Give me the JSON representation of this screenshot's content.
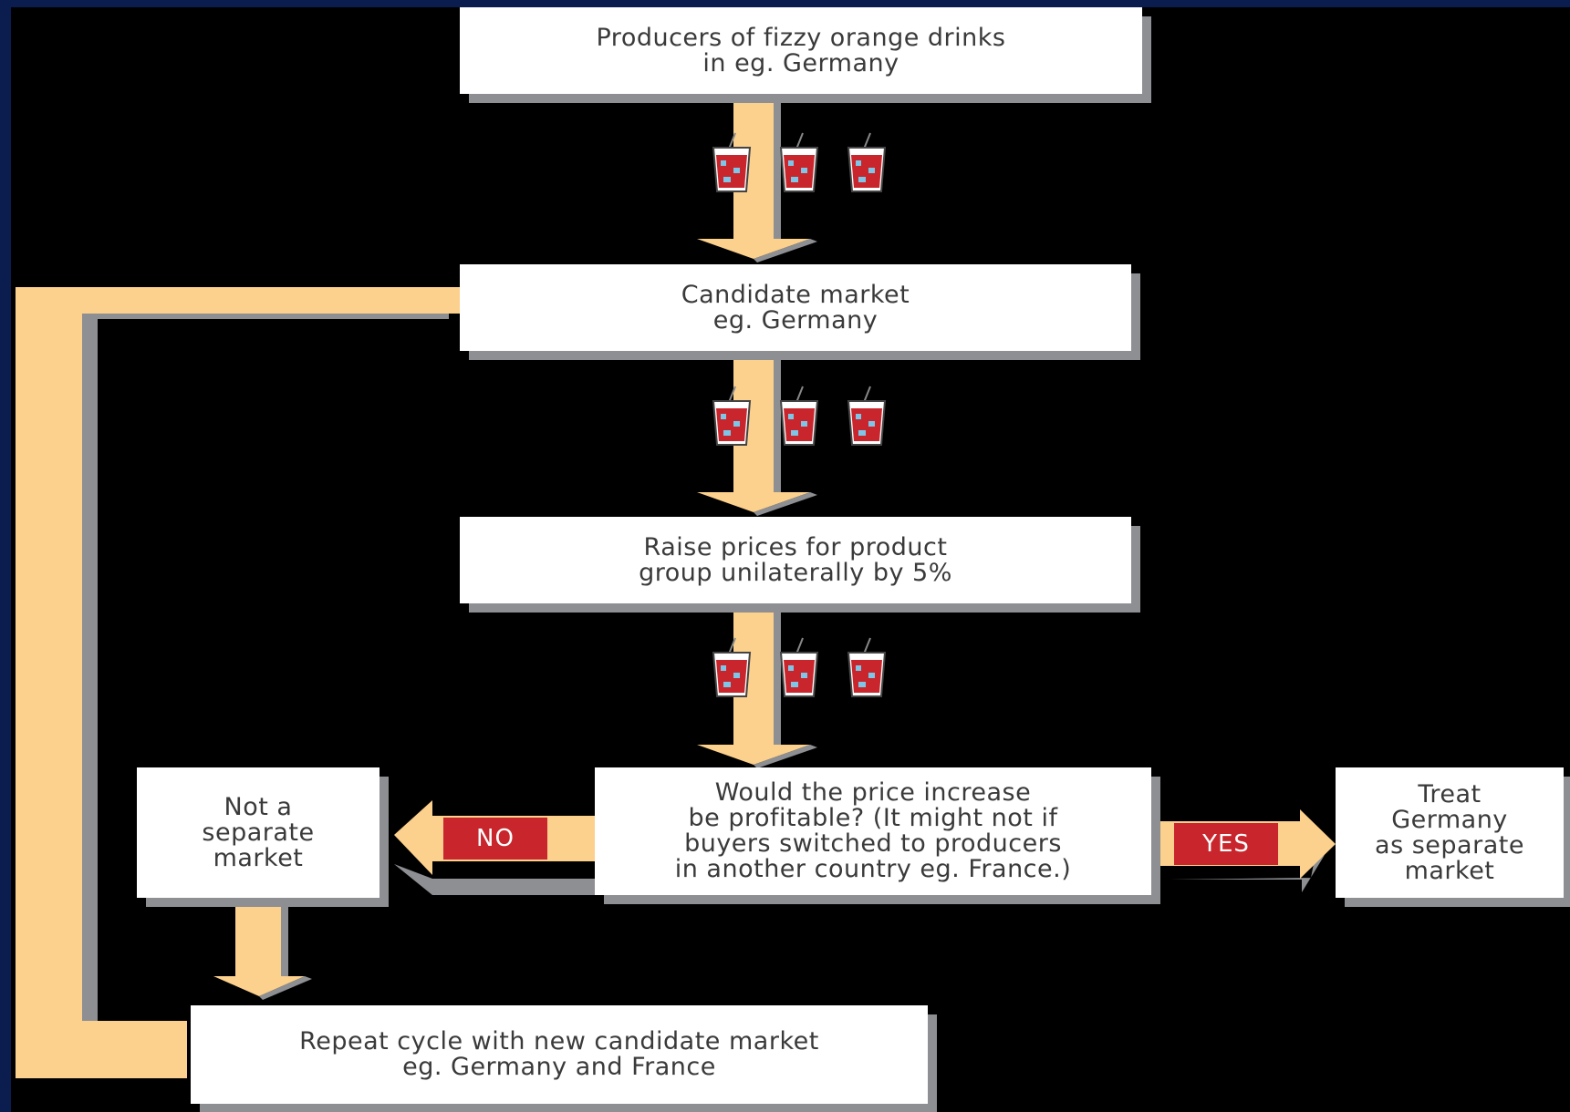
{
  "colors": {
    "frame": "#0b1c4e",
    "canvas": "#000000",
    "box": "#ffffff",
    "box_shadow": "#8d8f93",
    "flow": "#fcd08d",
    "flow_shadow": "#8d8f93",
    "label": "#c8262c"
  },
  "icons": [
    "drink-cup-icon"
  ],
  "nodes": {
    "producers": "Producers of fizzy orange drinks\nin eg. Germany",
    "candidate": "Candidate market\neg. Germany",
    "raise": "Raise prices for product\ngroup unilaterally by 5%",
    "question": "Would the price increase\nbe profitable? (It might not if\nbuyers switched to producers\nin another country eg. France.)",
    "not_separate": "Not a\nseparate\nmarket",
    "treat": "Treat\nGermany\nas separate\nmarket",
    "repeat": "Repeat cycle with new candidate market\neg. Germany and France"
  },
  "labels": {
    "no": "NO",
    "yes": "YES"
  }
}
